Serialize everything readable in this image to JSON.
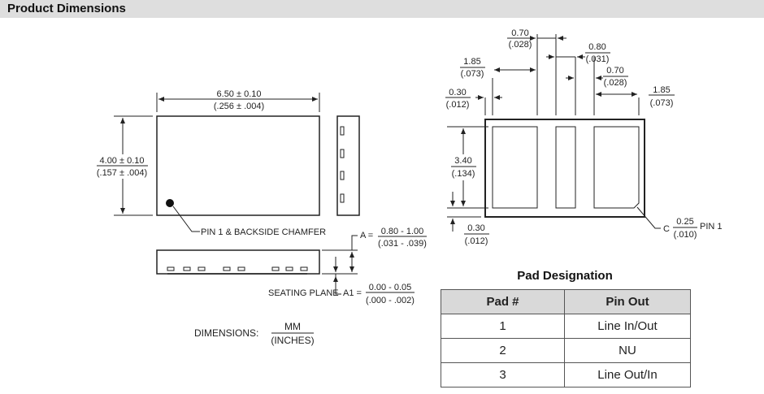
{
  "header": {
    "title": "Product Dimensions"
  },
  "top_view": {
    "width_dim": "6.50 ± 0.10",
    "width_dim_in": "(.256 ± .004)",
    "height_dim": "4.00 ± 0.10",
    "height_dim_in": "(.157 ± .004)",
    "pin1_label": "PIN 1 & BACKSIDE CHAMFER"
  },
  "side_view": {
    "a_label": "A =",
    "a_value": "0.80 - 1.00",
    "a_value_in": "(.031 - .039)",
    "seating_plane": "SEATING PLANE",
    "a1_label": "A1 =",
    "a1_value": "0.00 - 0.05",
    "a1_value_in": "(.000 - .002)"
  },
  "units": {
    "label": "DIMENSIONS:",
    "top": "MM",
    "bottom": "(INCHES)"
  },
  "pad_view": {
    "dim_070_top": "0.70",
    "dim_070_top_in": "(.028)",
    "dim_185_left": "1.85",
    "dim_185_left_in": "(.073)",
    "dim_080": "0.80",
    "dim_080_in": "(.031)",
    "dim_070_right": "0.70",
    "dim_070_right_in": "(.028)",
    "dim_030_left": "0.30",
    "dim_030_left_in": "(.012)",
    "dim_185_right": "1.85",
    "dim_185_right_in": "(.073)",
    "dim_340": "3.40",
    "dim_340_in": "(.134)",
    "dim_030_bottom": "0.30",
    "dim_030_bottom_in": "(.012)",
    "c_label": "C",
    "c_value": "0.25",
    "c_value_in": "(.010)",
    "pin1": "PIN 1"
  },
  "pad_table": {
    "title": "Pad Designation",
    "headers": [
      "Pad #",
      "Pin Out"
    ],
    "rows": [
      {
        "pad": "1",
        "pin": "Line In/Out"
      },
      {
        "pad": "2",
        "pin": "NU"
      },
      {
        "pad": "3",
        "pin": "Line Out/In"
      }
    ]
  }
}
